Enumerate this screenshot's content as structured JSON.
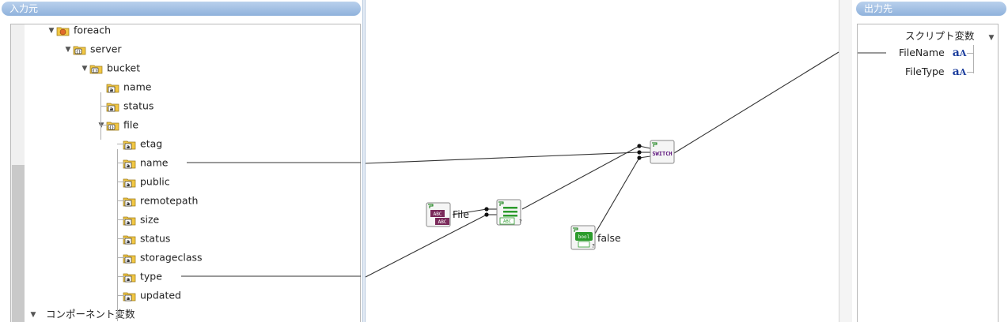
{
  "panels": {
    "input_title": "入力元",
    "output_title": "出力先"
  },
  "tree": [
    {
      "label": "foreach",
      "depth": 0,
      "icon": "foreach-icon",
      "expanded": true
    },
    {
      "label": "server",
      "depth": 1,
      "icon": "object-icon",
      "expanded": true
    },
    {
      "label": "bucket",
      "depth": 2,
      "icon": "object-icon",
      "expanded": true
    },
    {
      "label": "name",
      "depth": 3,
      "icon": "string-field-icon"
    },
    {
      "label": "status",
      "depth": 3,
      "icon": "string-field-icon"
    },
    {
      "label": "file",
      "depth": 3,
      "icon": "object-icon",
      "expanded": true
    },
    {
      "label": "etag",
      "depth": 4,
      "icon": "string-field-icon"
    },
    {
      "label": "name",
      "depth": 4,
      "icon": "string-field-icon"
    },
    {
      "label": "public",
      "depth": 4,
      "icon": "string-field-icon"
    },
    {
      "label": "remotepath",
      "depth": 4,
      "icon": "string-field-icon"
    },
    {
      "label": "size",
      "depth": 4,
      "icon": "string-field-icon"
    },
    {
      "label": "status",
      "depth": 4,
      "icon": "string-field-icon"
    },
    {
      "label": "storageclass",
      "depth": 4,
      "icon": "string-field-icon"
    },
    {
      "label": "type",
      "depth": 4,
      "icon": "string-field-icon"
    },
    {
      "label": "updated",
      "depth": 4,
      "icon": "string-field-icon"
    },
    {
      "label": "コンポーネント変数",
      "depth": -1,
      "icon": "",
      "expanded": true
    }
  ],
  "mapping_nodes": {
    "string_constant": {
      "value": "File",
      "icon": "string-constant-icon"
    },
    "string_equals": {
      "icon": "string-equals-icon"
    },
    "boolean_constant": {
      "value": "false",
      "icon": "boolean-constant-icon"
    },
    "switch": {
      "icon": "switch-icon",
      "icon_text": "SWITCH"
    }
  },
  "output": {
    "group_label": "スクリプト変数",
    "items": [
      {
        "label": "FileName",
        "icon": "string-variable-icon"
      },
      {
        "label": "FileType",
        "icon": "string-variable-icon"
      }
    ]
  },
  "colors": {
    "header_bg": "#9bb9e0",
    "line": "#333333",
    "folder": "#f2c744",
    "switch_text": "#5a0f7a",
    "constant_bg": "#7a2a5a",
    "equals_green": "#2c9b2c"
  }
}
